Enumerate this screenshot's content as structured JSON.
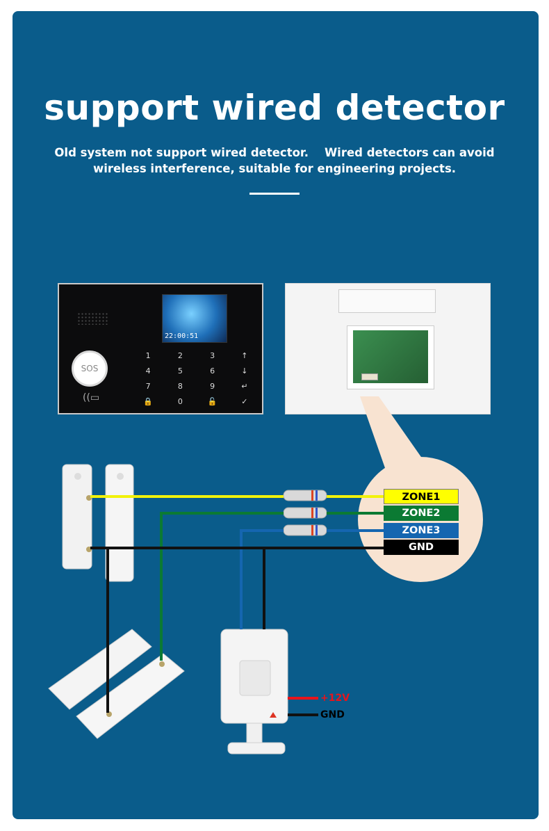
{
  "header": {
    "title": "support wired detector",
    "subtitle_line1": "Old system not support wired detector.    Wired detectors can avoid",
    "subtitle_line2": "wireless interference, suitable for engineering projects."
  },
  "device_front": {
    "sos_label": "SOS",
    "screen_time": "22:00:51",
    "keys": [
      "1",
      "2",
      "3",
      "↑",
      "4",
      "5",
      "6",
      "↓",
      "7",
      "8",
      "9",
      "↵",
      "🔒",
      "0",
      "🔓",
      "✓"
    ]
  },
  "zones": {
    "zone1": "ZONE1",
    "zone2": "ZONE2",
    "zone3": "ZONE3",
    "gnd": "GND"
  },
  "pir_power": {
    "plus12v": "+12V",
    "gnd": "GND"
  },
  "colors": {
    "background": "#0a5c8b",
    "zone1": "#ffff00",
    "zone2": "#0b7a33",
    "zone3": "#1566b0",
    "gnd": "#000000",
    "plus12v": "#e8141b",
    "bubble": "#f8e3d1"
  }
}
